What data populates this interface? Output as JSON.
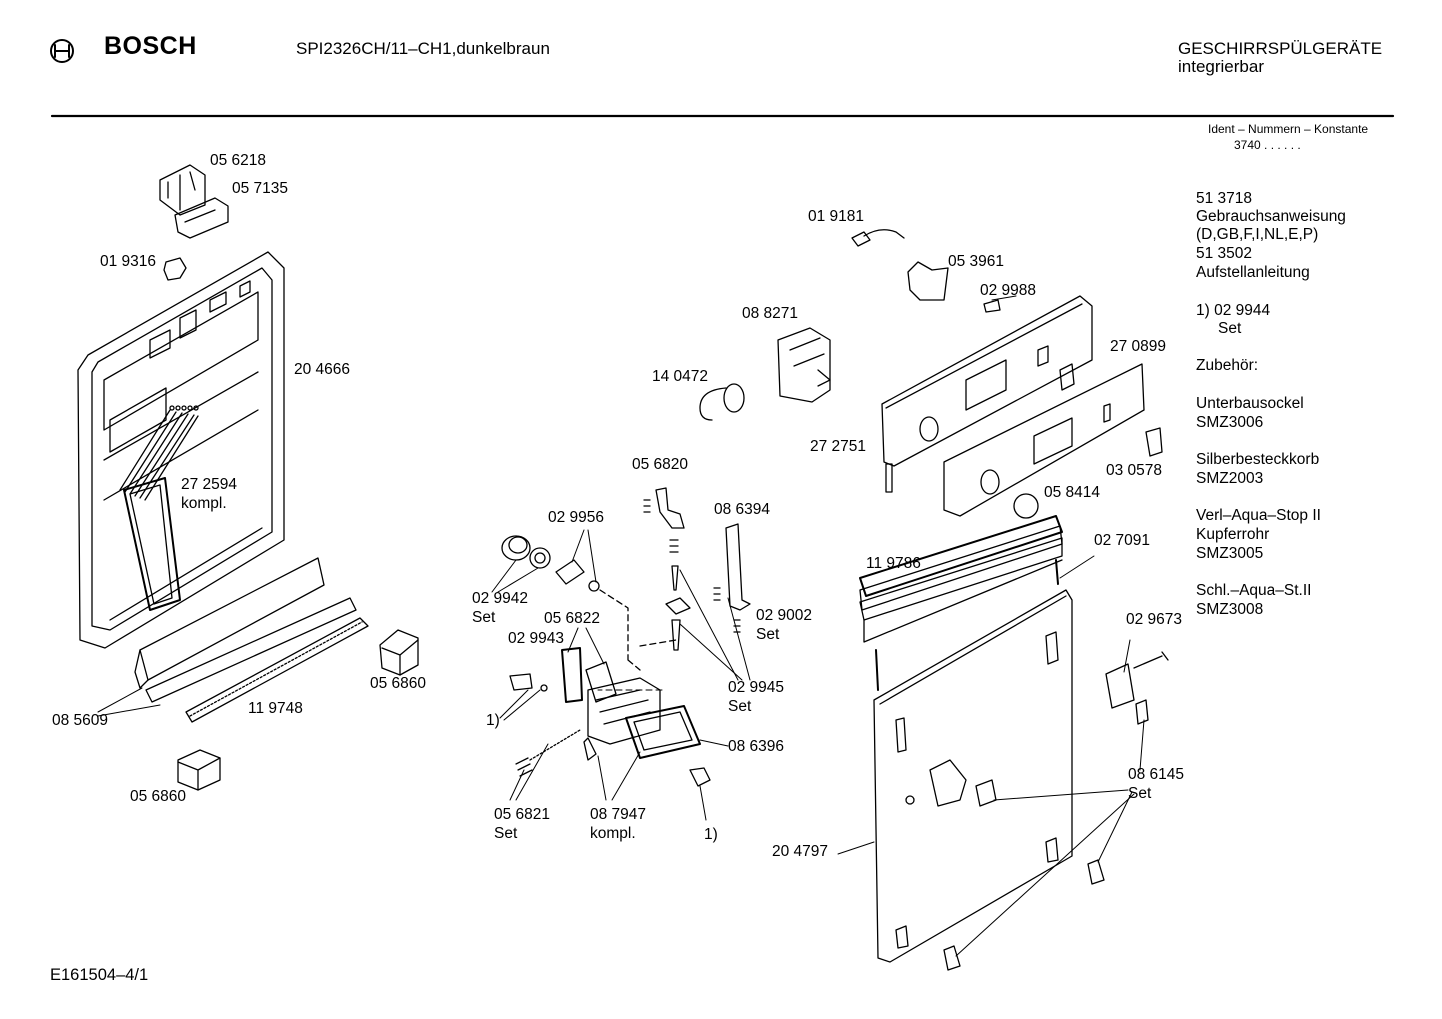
{
  "header": {
    "brand": "BOSCH",
    "model": "SPI2326CH/11–CH1,dunkelbraun",
    "category_line1": "GESCHIRRSPÜLGERÄTE",
    "category_line2": "integrierbar",
    "ident_label": "Ident – Nummern – Konstante",
    "ident_value": "3740 . .  . . . ."
  },
  "footer": {
    "doc_code": "E161504–4/1"
  },
  "side_info": {
    "manual_no": "51 3718",
    "manual_label": "Gebrauchsanweisung",
    "manual_langs": "(D,GB,F,I,NL,E,P)",
    "install_no": "51 3502",
    "install_label": "Aufstellanleitung",
    "set_ref": "1)  02 9944",
    "set_word": "Set",
    "accessories_title": "Zubehör:",
    "acc1_name": "Unterbausockel",
    "acc1_code": "SMZ3006",
    "acc2_name": "Silberbesteckkorb",
    "acc2_code": "SMZ2003",
    "acc3_name1": "Verl–Aqua–Stop II",
    "acc3_name2": "Kupferrohr",
    "acc3_code": "SMZ3005",
    "acc4_name": "Schl.–Aqua–St.II",
    "acc4_code": "SMZ3008"
  },
  "parts": {
    "p056218": "05 6218",
    "p057135": "05 7135",
    "p019316": "01 9316",
    "p204666": "20 4666",
    "p272594": "27 2594",
    "kompl1": "kompl.",
    "p085609": "08 5609",
    "p119748": "11 9748",
    "p056860a": "05 6860",
    "p056860b": "05 6860",
    "p029956": "02 9956",
    "p029942": "02 9942",
    "set1": "Set",
    "p056822": "05 6822",
    "p029943": "02 9943",
    "note1a": "1)",
    "p056821": "05 6821",
    "set2": "Set",
    "p087947": "08 7947",
    "kompl2": "kompl.",
    "note1b": "1)",
    "p056820": "05 6820",
    "p086394": "08 6394",
    "p029002": "02 9002",
    "set3": "Set",
    "p029945": "02 9945",
    "set4": "Set",
    "p086396": "08 6396",
    "p019181": "01 9181",
    "p053961": "05 3961",
    "p029988": "02 9988",
    "p088271": "08 8271",
    "p140472": "14 0472",
    "p270899": "27 0899",
    "p272751": "27 2751",
    "p030578": "03 0578",
    "p058414": "05 8414",
    "p119786": "11 9786",
    "p027091": "02 7091",
    "p029673": "02 9673",
    "p086145": "08 6145",
    "set5": "Set",
    "p204797": "20 4797"
  }
}
